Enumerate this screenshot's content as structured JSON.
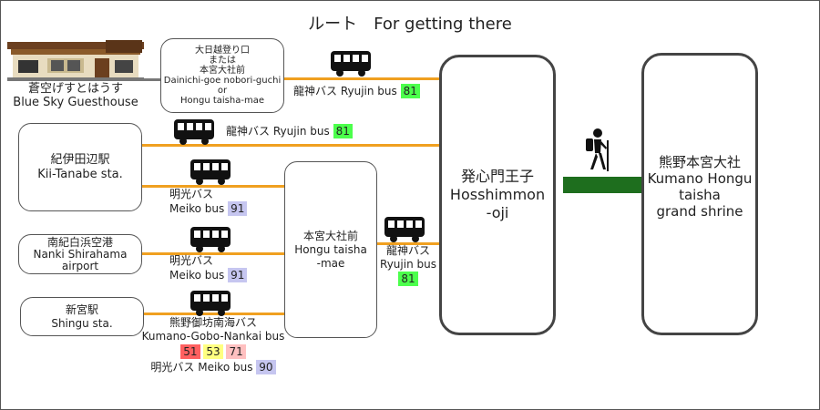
{
  "title": "ルート　For getting there",
  "guesthouse": {
    "name_ja": "蒼空げすとはうす",
    "name_en": "Blue Sky Guesthouse"
  },
  "stop_dainichi": {
    "lines": [
      "大日越登り口",
      "または",
      "本宮大社前",
      "Dainichi-goe nobori-guchi",
      "or",
      "Hongu taisha-mae"
    ]
  },
  "kii_tanabe": {
    "ja": "紀伊田辺駅",
    "en": "Kii-Tanabe sta."
  },
  "nanki": {
    "ja": "南紀白浜空港",
    "en1": "Nanki Shirahama",
    "en2": "airport"
  },
  "shingu": {
    "ja": "新宮駅",
    "en": "Shingu sta."
  },
  "hongu_mae": {
    "ja": "本宮大社前",
    "en1": "Hongu taisha",
    "en2": "-mae"
  },
  "hosshimmon": {
    "ja": "発心門王子",
    "en1": "Hosshimmon",
    "en2": "-oji"
  },
  "grand_shrine": {
    "ja": "熊野本宮大社",
    "en1": "Kumano Hongu",
    "en2": "taisha",
    "en3": "grand shrine"
  },
  "routes": {
    "top": {
      "label": "龍神バス Ryujin bus",
      "num": "81"
    },
    "kii": {
      "label": "龍神バス Ryujin bus",
      "num": "81"
    },
    "kii_meiko": {
      "ja": "明光バス",
      "en": "Meiko bus",
      "num": "91"
    },
    "nanki_meiko": {
      "ja": "明光バス",
      "en": "Meiko bus",
      "num": "91"
    },
    "shingu": {
      "ja": "熊野御坊南海バス",
      "en": "Kumano-Gobo-Nankai bus",
      "nums": [
        "51",
        "53",
        "71"
      ],
      "meiko": "明光バス Meiko bus",
      "meiko_num": "90"
    },
    "hongu": {
      "ja": "龍神バス",
      "en": "Ryujin bus",
      "num": "81"
    }
  },
  "colors": {
    "route": "#f0a020",
    "walk": "#1e6e1e",
    "ryujin": "#4cff4c",
    "meiko": "#c6c6f0",
    "nankai_51": "#ff6060",
    "nankai_53": "#ffff80",
    "nankai_71": "#ffc0c0"
  },
  "icons": {
    "bus": "bus-icon",
    "hiker": "hiker-icon",
    "house": "guesthouse-icon"
  }
}
